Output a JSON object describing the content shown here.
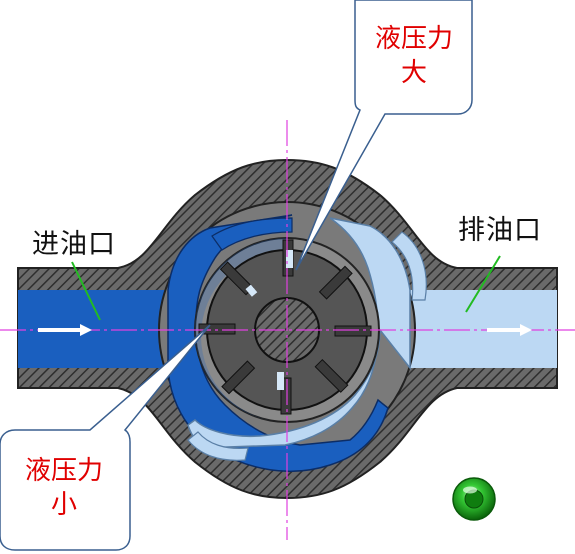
{
  "labels": {
    "inlet": "进油口",
    "outlet": "排油口",
    "high_pressure_line1": "液压力",
    "high_pressure_line2": "大",
    "low_pressure_line1": "液压力",
    "low_pressure_line2": "小"
  },
  "colors": {
    "inlet_oil": "#1a5fbf",
    "outlet_oil": "#bcd8f3",
    "housing_hatch": "#4a4a4a",
    "stator_ring": "#8a8a8a",
    "rotor": "#555555",
    "callout_text": "#e00000",
    "centerline": "#e040e0",
    "pointer_line": "#22bb22",
    "status_button": "#22aa22"
  },
  "icons": {
    "flow_arrow": "arrow-right-icon",
    "status_button": "green-circle-icon"
  }
}
